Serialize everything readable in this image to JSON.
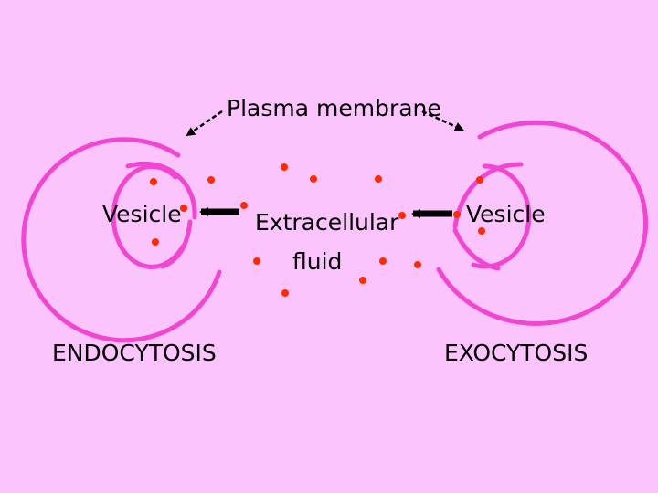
{
  "labels": {
    "plasma_membrane": "Plasma membrane",
    "left_vesicle": "Vesicle",
    "right_vesicle": "Vesicle",
    "extracellular_line1": "Extracellular",
    "extracellular_line2": "fluid",
    "endocytosis": "ENDOCYTOSIS",
    "exocytosis": "EXOCYTOSIS"
  },
  "colors": {
    "background": "#fcc4fc",
    "membrane": "#f046d2",
    "particle": "#ff2a00",
    "arrow": "#000000",
    "text": "#000000"
  }
}
